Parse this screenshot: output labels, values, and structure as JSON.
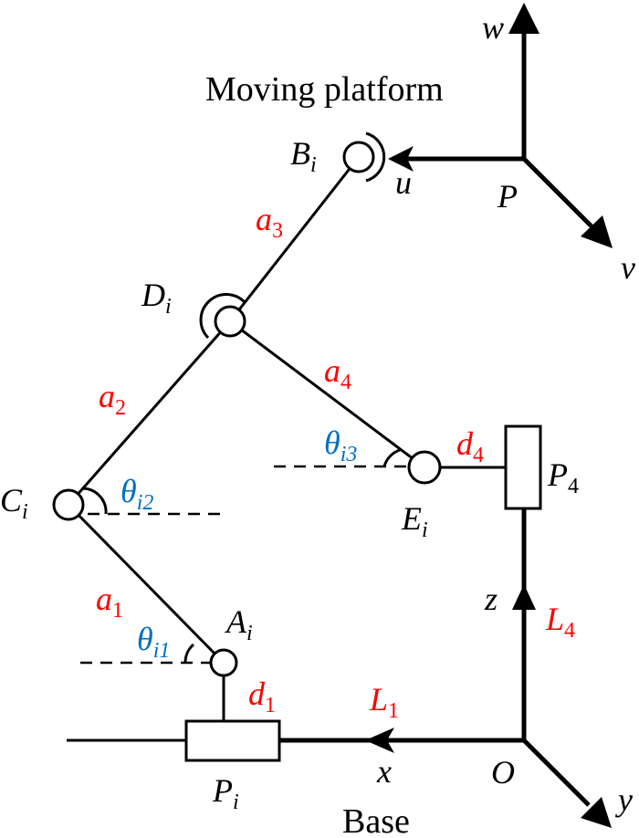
{
  "title_top": "Moving platform",
  "title_bottom": "Base",
  "colors": {
    "link": "#ff0000",
    "angle": "#0070c0",
    "line": "#000000"
  },
  "frames": {
    "platform": {
      "origin": "P",
      "axes": [
        "u",
        "v",
        "w"
      ]
    },
    "base": {
      "origin": "O",
      "axes": [
        "x",
        "y",
        "z"
      ]
    }
  },
  "points": {
    "A": {
      "base": "A",
      "sub": "i"
    },
    "B": {
      "base": "B",
      "sub": "i"
    },
    "C": {
      "base": "C",
      "sub": "i"
    },
    "D": {
      "base": "D",
      "sub": "i"
    },
    "E": {
      "base": "E",
      "sub": "i"
    },
    "Pi": {
      "base": "P",
      "sub": "i"
    },
    "P4": {
      "base": "P",
      "sub": "4"
    }
  },
  "links": {
    "a1": {
      "base": "a",
      "sub": "1"
    },
    "a2": {
      "base": "a",
      "sub": "2"
    },
    "a3": {
      "base": "a",
      "sub": "3"
    },
    "a4": {
      "base": "a",
      "sub": "4"
    },
    "d1": {
      "base": "d",
      "sub": "1"
    },
    "d4": {
      "base": "d",
      "sub": "4"
    },
    "L1": {
      "base": "L",
      "sub": "1"
    },
    "L4": {
      "base": "L",
      "sub": "4"
    }
  },
  "angles": {
    "t1": {
      "base": "θ",
      "sub": "i1"
    },
    "t2": {
      "base": "θ",
      "sub": "i2"
    },
    "t3": {
      "base": "θ",
      "sub": "i3"
    }
  }
}
